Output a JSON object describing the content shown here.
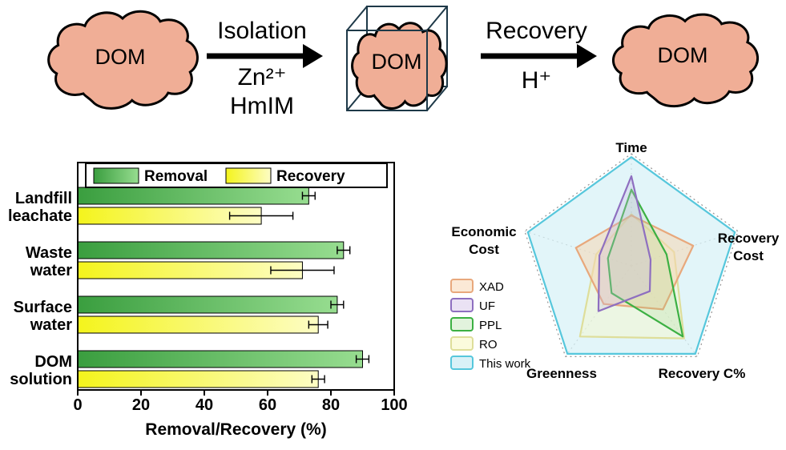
{
  "figure": {
    "scheme": {
      "dom": "DOM",
      "isolation": {
        "title": "Isolation",
        "line1": "Zn²⁺",
        "line2": "HmIM"
      },
      "recovery": {
        "title": "Recovery",
        "line1": "H⁺"
      }
    }
  },
  "chart_data": [
    {
      "type": "bar",
      "orientation": "horizontal",
      "categories": [
        "Landfill leachate",
        "Waste water",
        "Surface water",
        "DOM solution"
      ],
      "series": [
        {
          "name": "Removal",
          "values": [
            73,
            84,
            82,
            90
          ],
          "errors": [
            2,
            2,
            2,
            2
          ],
          "color_start": "#3a9e3f",
          "color_end": "#97dd90"
        },
        {
          "name": "Recovery",
          "values": [
            58,
            71,
            76,
            76
          ],
          "errors": [
            10,
            10,
            3,
            2
          ],
          "color_start": "#f4f41c",
          "color_end": "#fdfdc4"
        }
      ],
      "xlabel": "Removal/Recovery (%)",
      "xlim": [
        0,
        100
      ],
      "xticks": [
        0,
        20,
        40,
        60,
        80,
        100
      ],
      "legend_position": "top-inside",
      "grid": false
    },
    {
      "type": "radar",
      "axes": [
        "Time",
        "Recovery Cost",
        "Recovery C%",
        "Greenness",
        "Economic Cost"
      ],
      "scale": [
        0,
        1
      ],
      "series": [
        {
          "name": "XAD",
          "values": [
            0.45,
            0.58,
            0.48,
            0.42,
            0.52
          ],
          "stroke": "#e8a87c",
          "fill": "rgba(246,214,178,0.55)",
          "legend_fill": "#fbe9d6"
        },
        {
          "name": "UF",
          "values": [
            0.8,
            0.18,
            0.28,
            0.5,
            0.3
          ],
          "stroke": "#8e6fc0",
          "fill": "rgba(200,185,225,0.30)",
          "legend_fill": "#eae2f4"
        },
        {
          "name": "PPL",
          "values": [
            0.68,
            0.33,
            0.78,
            0.3,
            0.22
          ],
          "stroke": "#3cb043",
          "fill": "rgba(150,210,120,0.18)",
          "legend_fill": "#e2f3dd"
        },
        {
          "name": "RO",
          "values": [
            0.46,
            0.4,
            0.8,
            0.78,
            0.33
          ],
          "stroke": "#dede9a",
          "fill": "rgba(248,248,200,0.45)",
          "legend_fill": "#fbfbdc"
        },
        {
          "name": "This work",
          "values": [
            0.97,
            0.97,
            0.97,
            0.97,
            0.97
          ],
          "stroke": "#56c7dc",
          "fill": "rgba(190,232,241,0.45)",
          "legend_fill": "#d9f1f7"
        }
      ],
      "legend_position": "left"
    }
  ]
}
